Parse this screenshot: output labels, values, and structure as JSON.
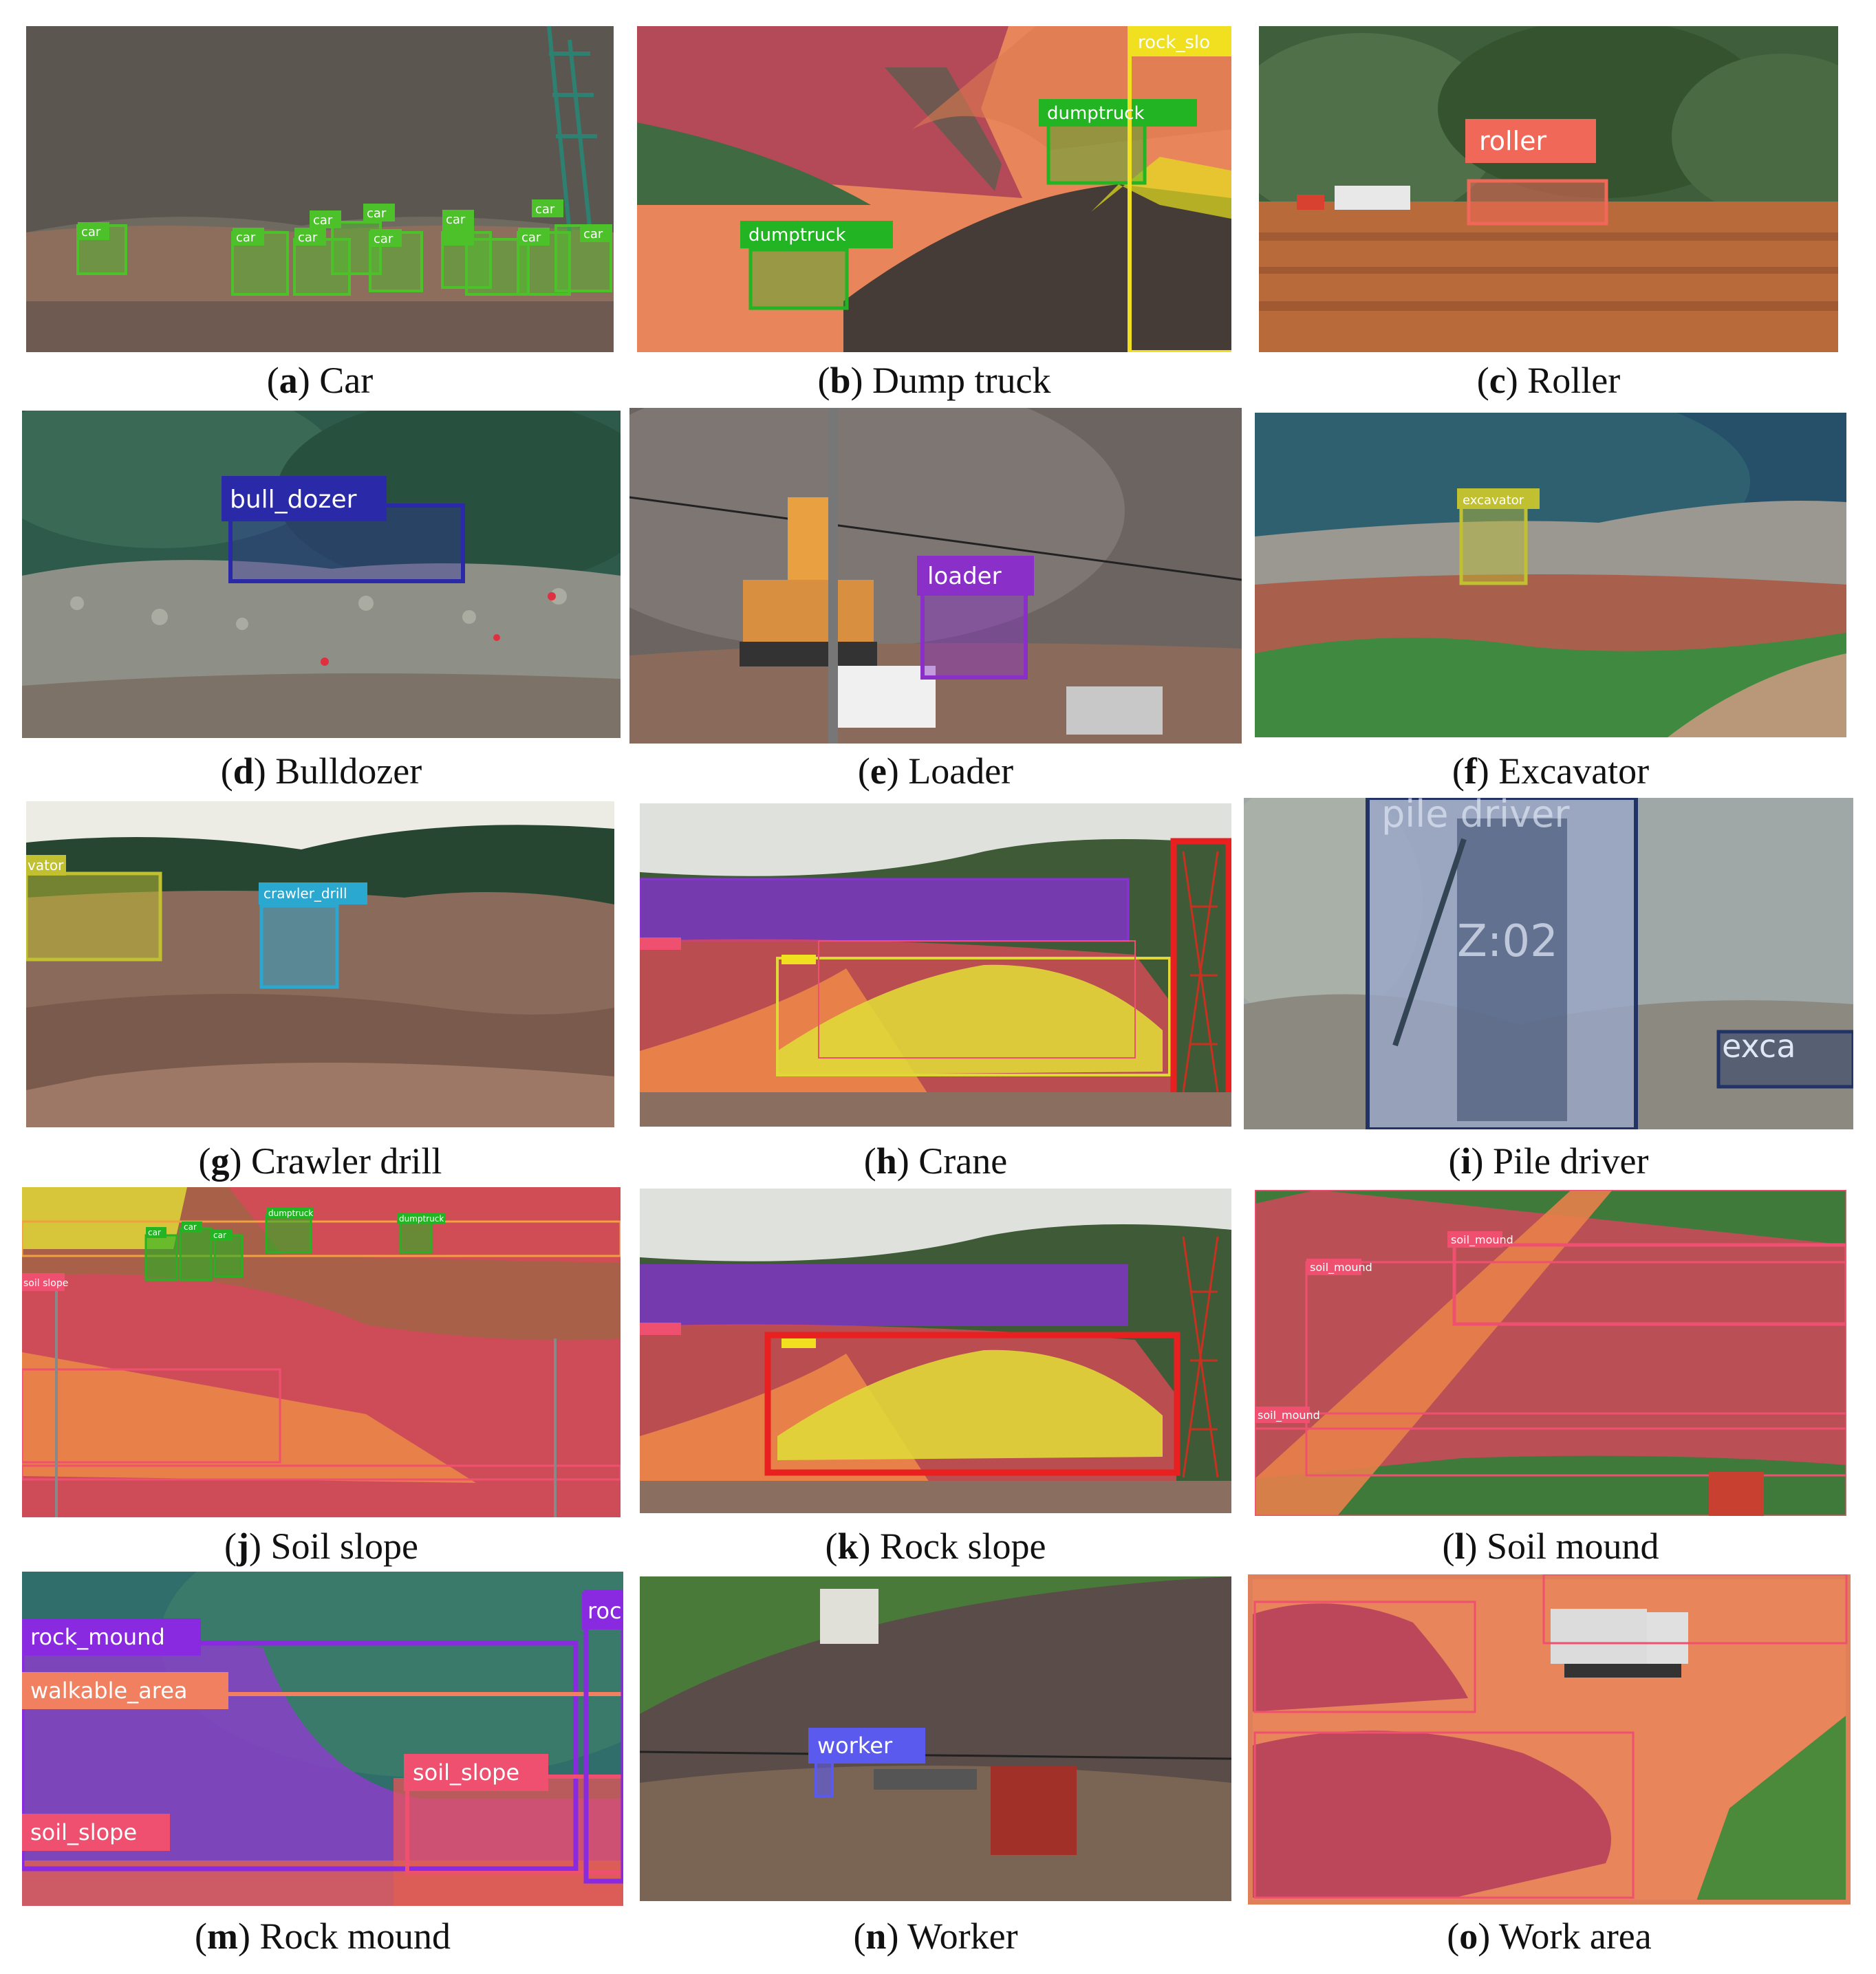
{
  "panels": [
    {
      "letter": "a",
      "name": "Car",
      "labels": [
        "car"
      ]
    },
    {
      "letter": "b",
      "name": "Dump truck",
      "labels": [
        "dumptruck",
        "dumptruck",
        "rock_slo"
      ]
    },
    {
      "letter": "c",
      "name": "Roller",
      "labels": [
        "roller"
      ]
    },
    {
      "letter": "d",
      "name": "Bulldozer",
      "labels": [
        "bull_dozer"
      ]
    },
    {
      "letter": "e",
      "name": "Loader",
      "labels": [
        "loader"
      ]
    },
    {
      "letter": "f",
      "name": "Excavator",
      "labels": [
        "excavator"
      ]
    },
    {
      "letter": "g",
      "name": "Crawler drill",
      "labels": [
        "crawler_drill",
        "vator"
      ]
    },
    {
      "letter": "h",
      "name": "Crane",
      "labels": []
    },
    {
      "letter": "i",
      "name": "Pile driver",
      "labels": [
        "pile driver",
        "Z:02",
        "exca"
      ]
    },
    {
      "letter": "j",
      "name": "Soil slope",
      "labels": [
        "soil slope",
        "dumptruck",
        "dumptruck",
        "car",
        "car",
        "car"
      ]
    },
    {
      "letter": "k",
      "name": "Rock slope",
      "labels": []
    },
    {
      "letter": "l",
      "name": "Soil mound",
      "labels": [
        "soil_mound",
        "soil_mound",
        "soil_mound"
      ]
    },
    {
      "letter": "m",
      "name": "Rock mound",
      "labels": [
        "rock_mound",
        "walkable_area",
        "soil_slope",
        "soil_slope",
        "roc"
      ]
    },
    {
      "letter": "n",
      "name": "Worker",
      "labels": [
        "worker"
      ]
    },
    {
      "letter": "o",
      "name": "Work area",
      "labels": []
    }
  ],
  "colors": {
    "car": "#4cc12a",
    "dumptruck": "#22b422",
    "rock_slope": "#f0e020",
    "roller": "#f06858",
    "bulldozer": "#2a2aa8",
    "loader": "#8a30c8",
    "excavator": "#c0c030",
    "crawler_drill": "#2aa8d0",
    "crane": "#e82020",
    "soil_slope": "#f05070",
    "rock_mound": "#8a2ae0",
    "walkable_area": "#f08060",
    "worker": "#5a5aee",
    "pile_driver": "#223366"
  }
}
